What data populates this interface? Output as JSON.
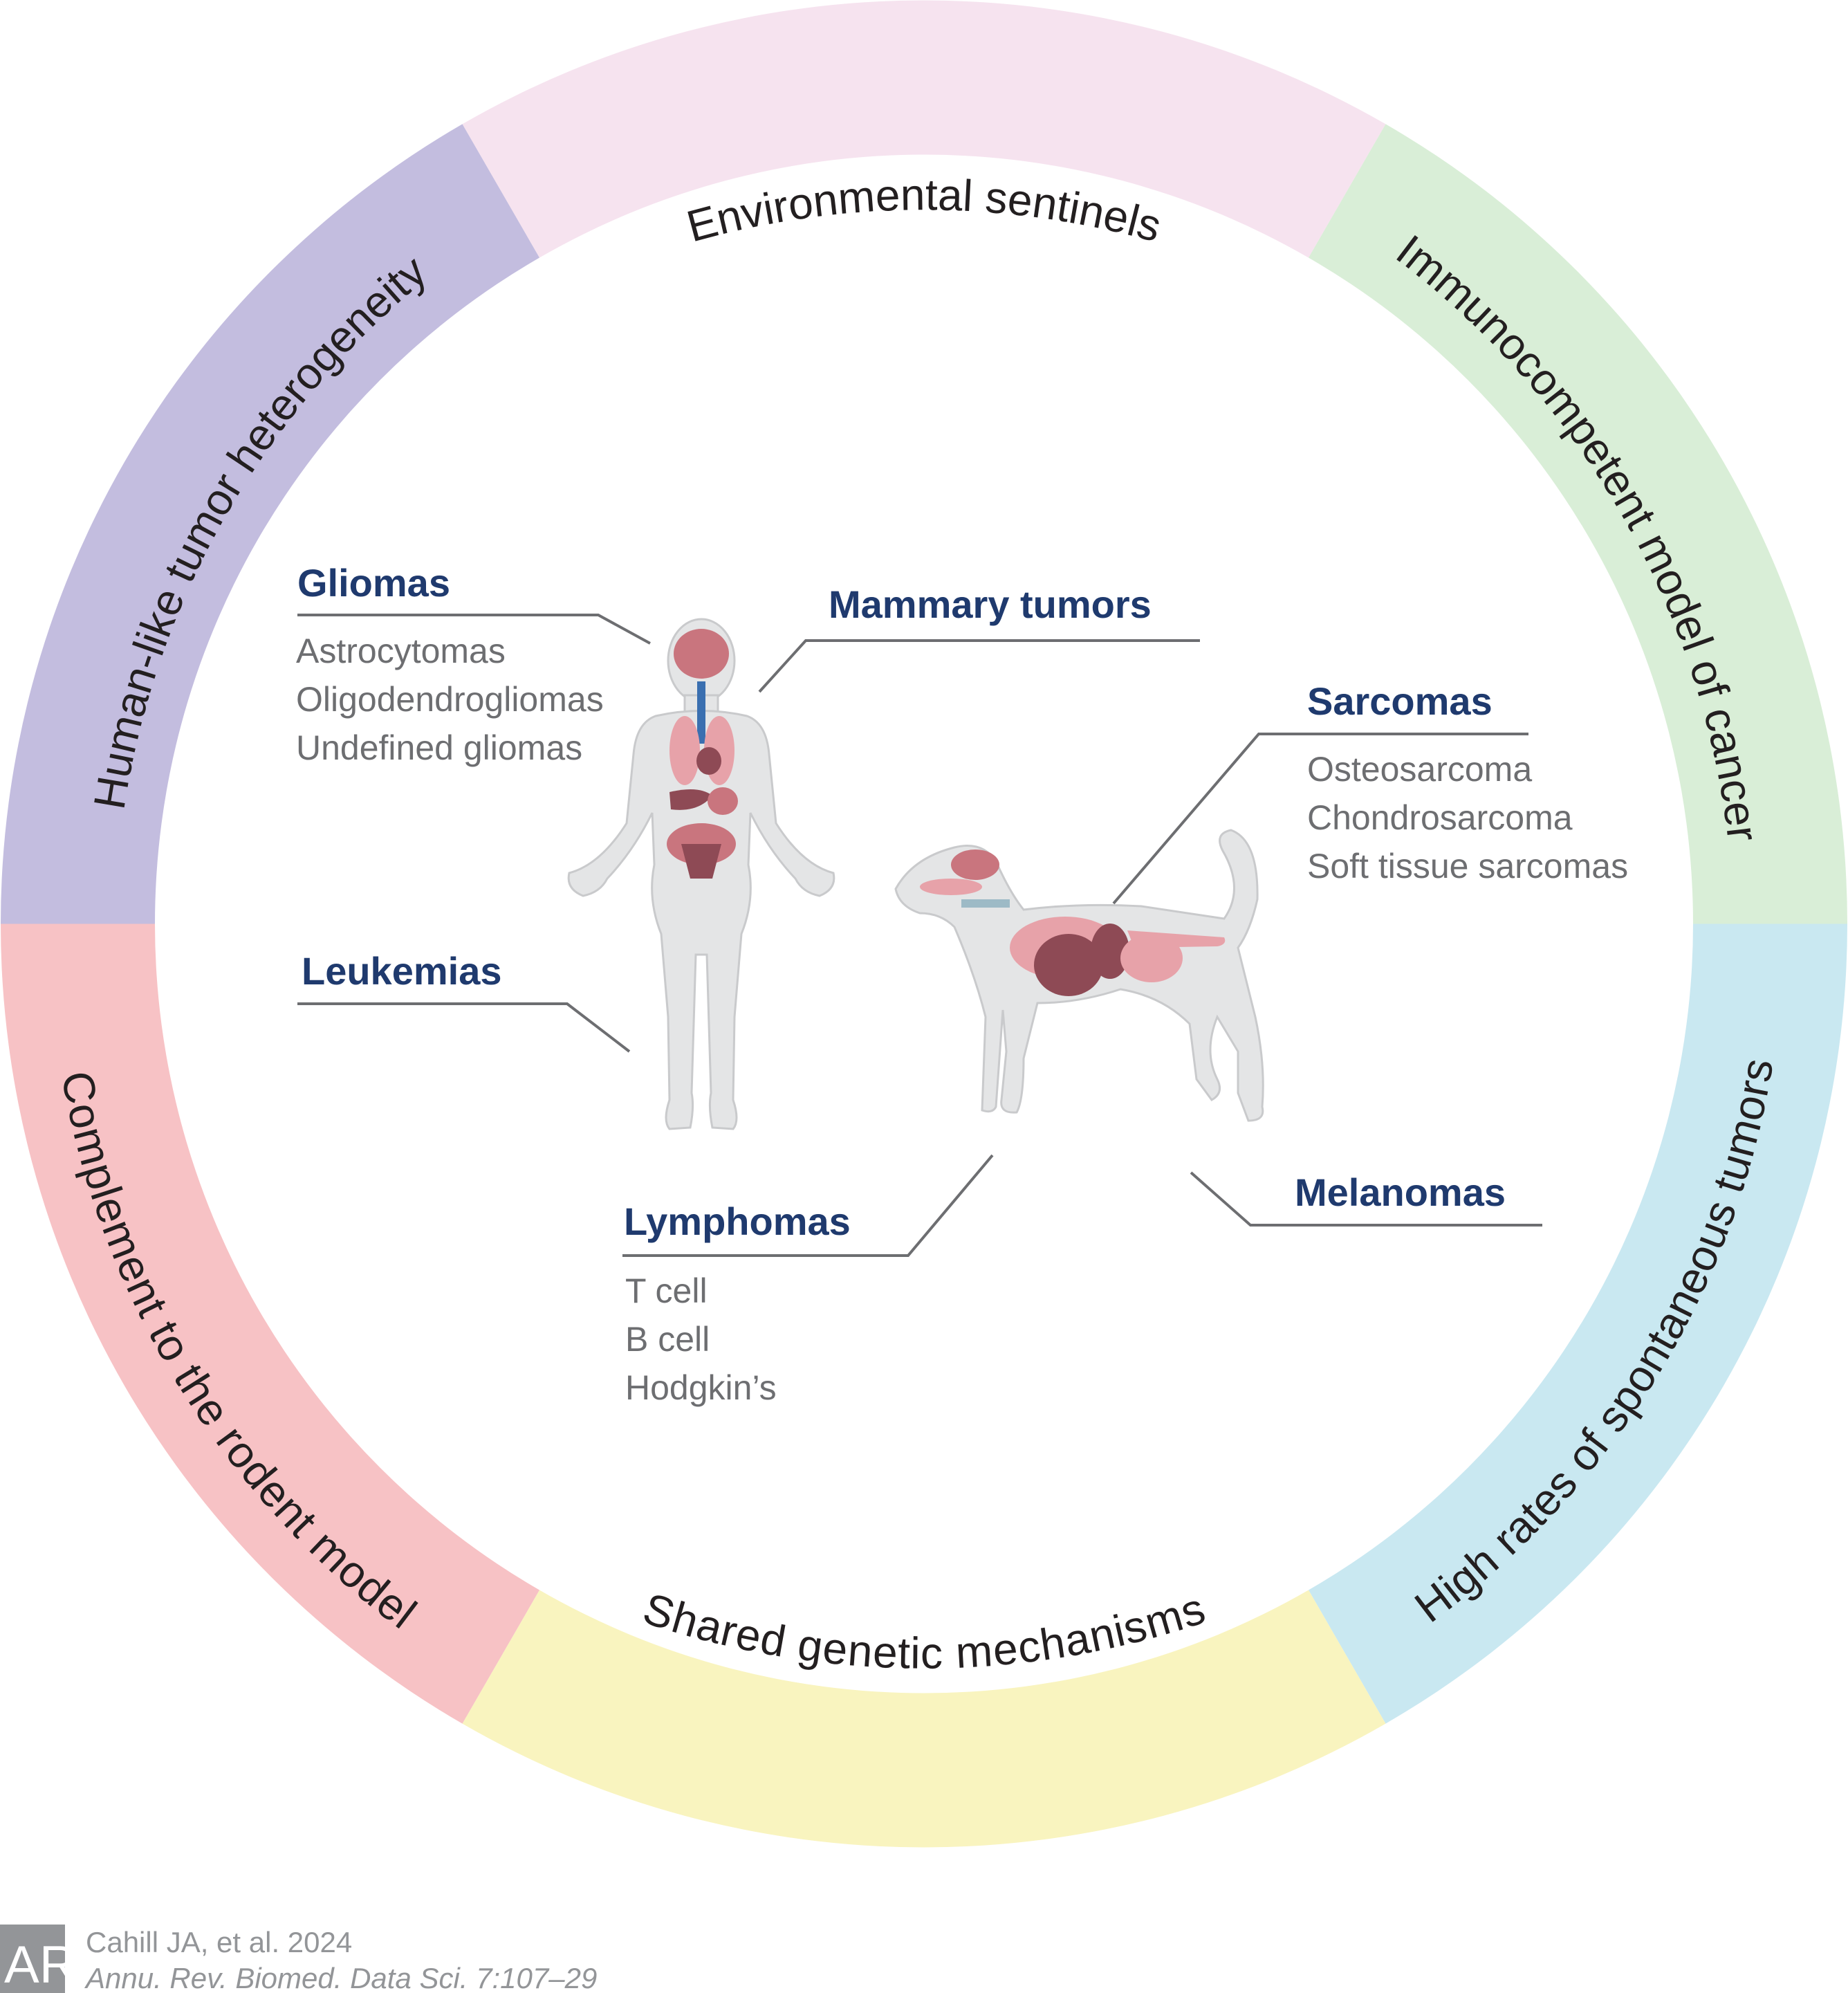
{
  "ring": {
    "segments": [
      {
        "label": "Environmental sentinels",
        "color": "#f6e3ef"
      },
      {
        "label": "Immunocompetent model of cancer",
        "color": "#d9eed7"
      },
      {
        "label": "High rates of spontaneous tumors",
        "color": "#c9e8f1"
      },
      {
        "label": "Shared genetic mechanisms",
        "color": "#f9f4bf"
      },
      {
        "label": "Complement to the rodent model",
        "color": "#f7c2c5"
      },
      {
        "label": "Human-like tumor heterogeneity",
        "color": "#c3bddf"
      }
    ]
  },
  "cancers": {
    "gliomas": {
      "title": "Gliomas",
      "items": [
        "Astrocytomas",
        "Oligodendrogliomas",
        "Undefined gliomas"
      ]
    },
    "mammary": {
      "title": "Mammary tumors"
    },
    "sarcomas": {
      "title": "Sarcomas",
      "items": [
        "Osteosarcoma",
        "Chondrosarcoma",
        "Soft tissue sarcomas"
      ]
    },
    "leukemias": {
      "title": "Leukemias"
    },
    "lymphomas": {
      "title": "Lymphomas",
      "items": [
        "T cell",
        "B cell",
        "Hodgkin’s"
      ]
    },
    "melanomas": {
      "title": "Melanomas"
    }
  },
  "footer": {
    "logo_text": "AR",
    "citation": "Cahill JA, et al. 2024",
    "journal": "Annu. Rev. Biomed. Data Sci. 7:107–29"
  }
}
